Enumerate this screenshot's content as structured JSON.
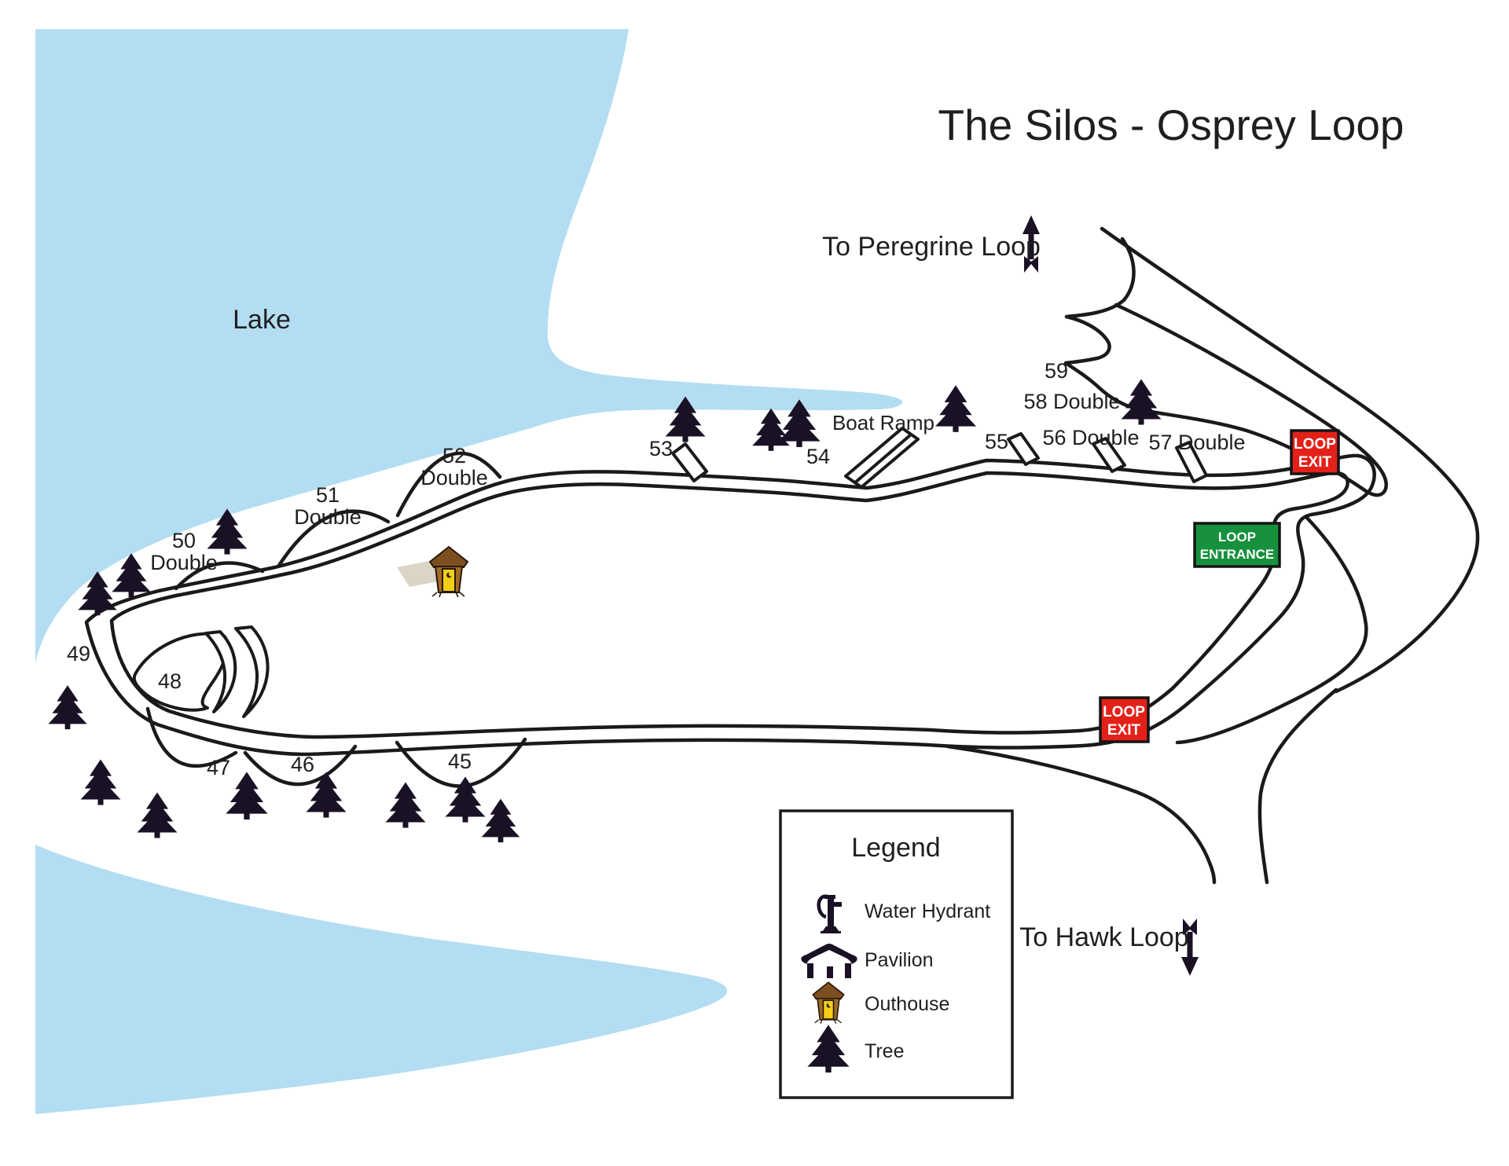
{
  "title": "The Silos - Osprey Loop",
  "lake": {
    "label": "Lake",
    "color": "#b3ddf2"
  },
  "directions": {
    "peregrine": "To Peregrine Loop",
    "hawk": "To Hawk Loop"
  },
  "boat_ramp_label": "Boat Ramp",
  "signs": {
    "exit_ne": {
      "line1": "LOOP",
      "line2": "EXIT",
      "color": "#e32119"
    },
    "entrance": {
      "line1": "LOOP",
      "line2": "ENTRANCE",
      "color": "#17913e"
    },
    "exit_s": {
      "line1": "LOOP",
      "line2": "EXIT",
      "color": "#e32119"
    }
  },
  "sites": {
    "s45": {
      "label": "45"
    },
    "s46": {
      "label": "46"
    },
    "s47": {
      "label": "47"
    },
    "s48": {
      "label": "48"
    },
    "s49": {
      "label": "49"
    },
    "s50": {
      "label": "50",
      "label2": "Double"
    },
    "s51": {
      "label": "51",
      "label2": "Double"
    },
    "s52": {
      "label": "52",
      "label2": "Double"
    },
    "s53": {
      "label": "53"
    },
    "s54": {
      "label": "54"
    },
    "s55": {
      "label": "55"
    },
    "s56": {
      "label": "56 Double"
    },
    "s57": {
      "label": "57 Double"
    },
    "s58": {
      "label": "58 Double"
    },
    "s59": {
      "label": "59"
    }
  },
  "legend": {
    "title": "Legend",
    "items": [
      {
        "name": "water-hydrant",
        "label": "Water Hydrant"
      },
      {
        "name": "pavilion",
        "label": "Pavilion"
      },
      {
        "name": "outhouse",
        "label": "Outhouse"
      },
      {
        "name": "tree",
        "label": "Tree"
      }
    ]
  },
  "colors": {
    "road_line": "#1a1a1a",
    "tree": "#1a1125",
    "outhouse_roof": "#7d4f1f",
    "outhouse_body": "#a06a28",
    "outhouse_door": "#f3ce15",
    "shadow": "#dbd5c5"
  }
}
